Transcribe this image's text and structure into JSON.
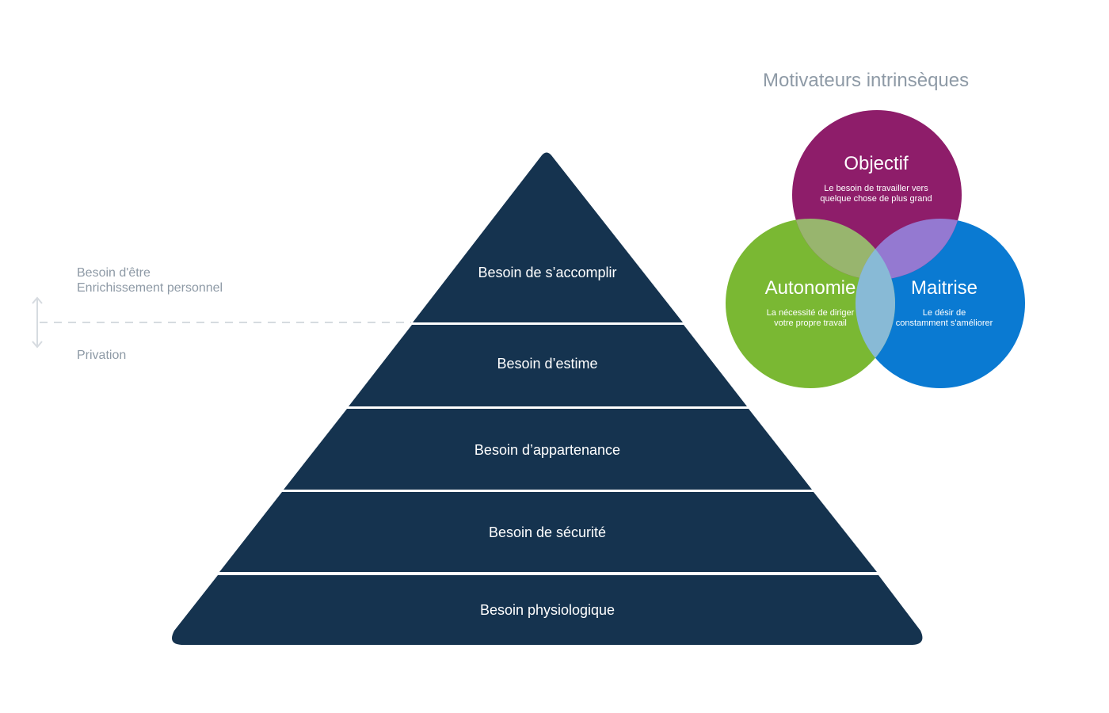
{
  "pyramid": {
    "levels": [
      {
        "label": "Besoin de s’accomplir"
      },
      {
        "label": "Besoin d’estime"
      },
      {
        "label": "Besoin d’appartenance"
      },
      {
        "label": "Besoin de sécurité"
      },
      {
        "label": "Besoin physiologique"
      }
    ],
    "color": "#15334f",
    "text_color": "#ffffff"
  },
  "side_labels": {
    "upper_line1": "Besoin d'être",
    "upper_line2": "Enrichissement personnel",
    "lower": "Privation"
  },
  "motivators": {
    "title": "Motivateurs intrinsèques",
    "circles": [
      {
        "name": "objectif",
        "title": "Objectif",
        "line1": "Le besoin de travailler vers",
        "line2": "quelque chose de plus grand",
        "color": "#8e1d6a"
      },
      {
        "name": "autonomie",
        "title": "Autonomie",
        "line1": "La nécessité de diriger",
        "line2": "votre propre travail",
        "color": "#7ab833"
      },
      {
        "name": "maitrise",
        "title": "Maitrise",
        "line1": "Le désir de",
        "line2": "constamment s'améliorer",
        "color": "#0a7ad2"
      }
    ],
    "overlap_colors": {
      "objectif_autonomie": "#98b56e",
      "objectif_maitrise": "#9479d1",
      "autonomie_maitrise": "#88bad6"
    }
  }
}
